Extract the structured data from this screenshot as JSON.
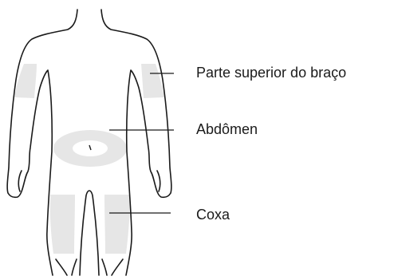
{
  "labels": {
    "upper_arm": "Parte superior do braço",
    "abdomen": "Abdômen",
    "thigh": "Coxa"
  },
  "colors": {
    "outline": "#1a1a1a",
    "injection_zone": "#e6e6e6",
    "background": "#ffffff"
  }
}
